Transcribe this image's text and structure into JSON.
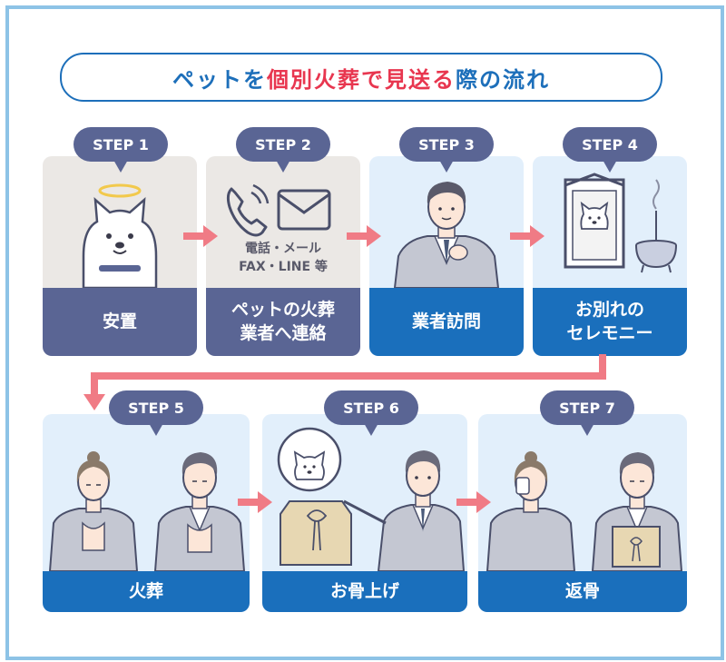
{
  "title": {
    "part1": "ペットを",
    "part2": "個別火葬で見送る",
    "part3": "際の流れ"
  },
  "steps": [
    {
      "badge": "STEP 1",
      "label_lines": [
        "安置"
      ]
    },
    {
      "badge": "STEP 2",
      "label_lines": [
        "ペットの火葬",
        "業者へ連絡"
      ],
      "contact_lines": [
        "電話・メール",
        "FAX・LINE 等"
      ]
    },
    {
      "badge": "STEP 3",
      "label_lines": [
        "業者訪問"
      ]
    },
    {
      "badge": "STEP 4",
      "label_lines": [
        "お別れの",
        "セレモニー"
      ]
    },
    {
      "badge": "STEP 5",
      "label_lines": [
        "火葬"
      ]
    },
    {
      "badge": "STEP 6",
      "label_lines": [
        "お骨上げ"
      ]
    },
    {
      "badge": "STEP 7",
      "label_lines": [
        "返骨"
      ]
    }
  ],
  "icons": [
    "halo-dog-icon",
    "phone-icon",
    "mail-icon",
    "staff-bowing-icon",
    "dog-portrait-shrine-icon",
    "incense-burner-icon",
    "praying-couple-icon",
    "urn-with-dog-icon",
    "mourning-couple-icon"
  ],
  "colors": {
    "accent_blue": "#1a6fbc",
    "step_gray": "#5a6594",
    "arrow_pink": "#f07b85",
    "highlight_red": "#e8364f",
    "frame_blue": "#8dc3e6"
  }
}
